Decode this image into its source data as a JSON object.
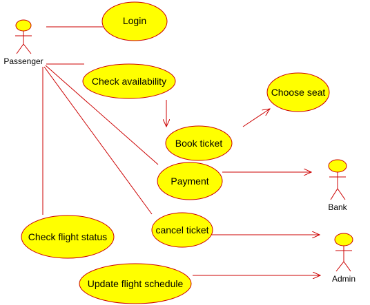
{
  "colors": {
    "line": "#cc0000",
    "usecase_fill": "#ffff00",
    "usecase_stroke": "#cc0000",
    "actor_head_fill": "#ffff00",
    "text": "#000000",
    "background": "#ffffff"
  },
  "actors": {
    "passenger": "Passenger",
    "bank": "Bank",
    "admin": "Admin"
  },
  "usecases": {
    "login": "Login",
    "check_availability": "Check availability",
    "choose_seat": "Choose seat",
    "book_ticket": "Book ticket",
    "payment": "Payment",
    "cancel_ticket": "cancel ticket",
    "check_flight_status": "Check flight status",
    "update_flight_schedule": "Update flight schedule"
  }
}
